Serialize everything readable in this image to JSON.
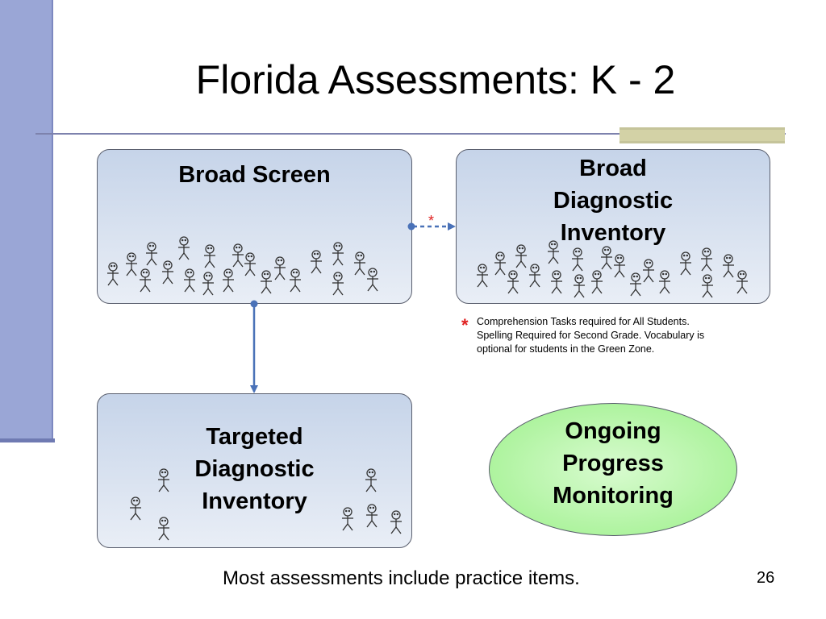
{
  "slide": {
    "title": "Florida Assessments: K - 2",
    "page_number": "26",
    "bottom_note": "Most assessments include practice items."
  },
  "boxes": {
    "broad_screen": [
      "Broad Screen"
    ],
    "broad_diagnostic": [
      "Broad",
      "Diagnostic",
      "Inventory"
    ],
    "targeted_diagnostic": [
      "Targeted",
      "Diagnostic",
      "Inventory"
    ]
  },
  "oval": [
    "Ongoing",
    "Progress",
    "Monitoring"
  ],
  "connector_mark": "*",
  "footnote": {
    "mark": "*",
    "text": [
      "Comprehension Tasks required for All Students.",
      "Spelling Required for Second Grade. Vocabulary is",
      "optional for students in the Green Zone."
    ]
  },
  "colors": {
    "sidebar": "#9aa6d6",
    "connector": "#4a72b8",
    "asterisk": "#e02020",
    "oval_fill": "#b8f5a8"
  }
}
